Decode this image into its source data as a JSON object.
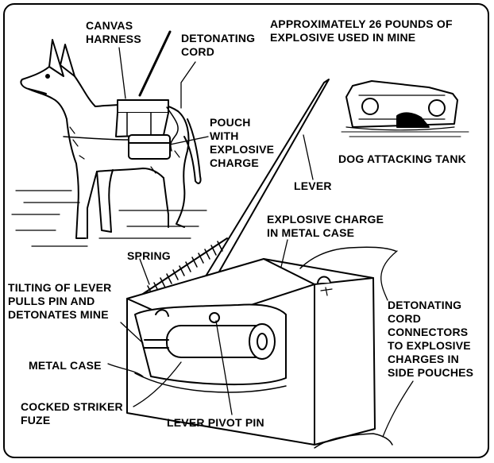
{
  "labels": {
    "canvas_harness": [
      "CANVAS",
      "HARNESS"
    ],
    "detonating_cord_top": [
      "DETONATING",
      "CORD"
    ],
    "explosive_note": [
      "APPROXIMATELY 26 POUNDS OF",
      "EXPLOSIVE USED IN MINE"
    ],
    "pouch": [
      "POUCH",
      "WITH",
      "EXPLOSIVE",
      "CHARGE"
    ],
    "dog_attacking_tank": "DOG ATTACKING TANK",
    "lever": "LEVER",
    "explosive_charge_case": [
      "EXPLOSIVE CHARGE",
      "IN METAL CASE"
    ],
    "spring": "SPRING",
    "tilting_lever": [
      "TILTING OF LEVER",
      "PULLS PIN AND",
      "DETONATES MINE"
    ],
    "metal_case": "METAL CASE",
    "cocked_striker": [
      "COCKED STRIKER",
      "FUZE"
    ],
    "lever_pivot_pin": "LEVER PIVOT PIN",
    "connectors": [
      "DETONATING",
      "CORD",
      "CONNECTORS",
      "TO EXPLOSIVE",
      "CHARGES IN",
      "SIDE POUCHES"
    ]
  }
}
